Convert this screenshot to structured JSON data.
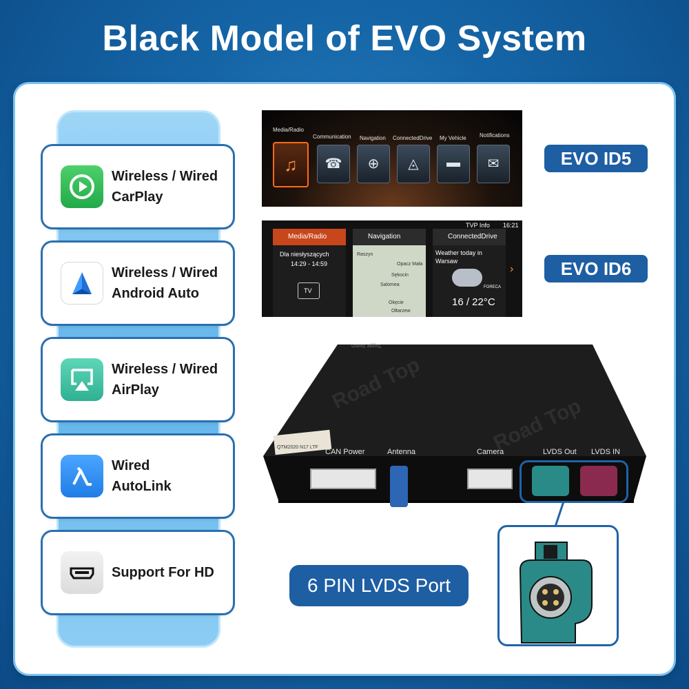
{
  "title": "Black Model of EVO System",
  "features": [
    {
      "line1": "Wireless / Wired",
      "line2": "CarPlay",
      "icon": "carplay-icon"
    },
    {
      "line1": "Wireless / Wired",
      "line2": "Android Auto",
      "icon": "android-auto-icon"
    },
    {
      "line1": "Wireless / Wired",
      "line2": "AirPlay",
      "icon": "airplay-icon"
    },
    {
      "line1": "Wired",
      "line2": "AutoLink",
      "icon": "autolink-icon"
    },
    {
      "line1": "Support For HD",
      "line2": "",
      "icon": "hdmi-icon"
    }
  ],
  "screens": {
    "id5": {
      "tag": "EVO ID5",
      "menu": [
        "Media/Radio",
        "Communication",
        "Navigation",
        "ConnectedDrive",
        "My Vehicle",
        "Notifications"
      ]
    },
    "id6": {
      "tag": "EVO ID6",
      "status": "TVP Info",
      "time": "16:21",
      "media": {
        "title": "Media/Radio",
        "line1": "Dla niesłyszących",
        "line2": "14:29  -  14:59",
        "tv": "TV"
      },
      "nav": {
        "title": "Navigation",
        "places": [
          "Raszyn",
          "Opacz Mała",
          "Sękocin",
          "Salomea",
          "Okęcie",
          "Ołtarzew"
        ]
      },
      "connected": {
        "title": "ConnectedDrive",
        "line1": "Weather today in",
        "line2": "Warsaw",
        "provider": "FORECA",
        "temp": "16 / 22°C"
      }
    }
  },
  "device": {
    "brand": "Road Top",
    "ports": [
      "CAN Power",
      "Antenna",
      "Camera",
      "LVDS Out",
      "LVDS IN"
    ],
    "sticker": "QTM2020 N17 LTF",
    "toggle": "Toggle Switch"
  },
  "lvds_tag": "6 PIN LVDS Port",
  "colors": {
    "accent": "#1e5ea3",
    "carplay": "#34c05a",
    "lvds_out": "#2a8a88",
    "lvds_in": "#8a2a4e"
  }
}
